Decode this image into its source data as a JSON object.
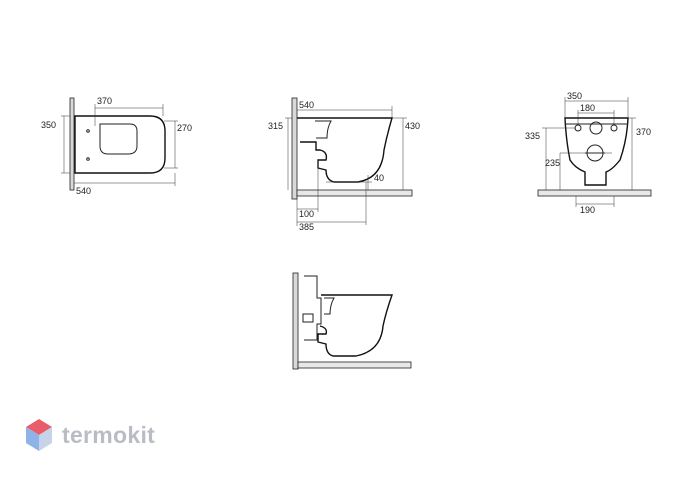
{
  "views": {
    "top": {
      "width_overall": "370",
      "depth": "350",
      "seat_depth": "270",
      "length": "540"
    },
    "side": {
      "length": "540",
      "mount_height": "315",
      "height": "430",
      "outlet_height": "40",
      "outlet_offset": "100",
      "waste_offset": "385"
    },
    "front": {
      "width": "350",
      "hole_spacing": "180",
      "stud_height": "335",
      "height": "370",
      "outlet_height": "235",
      "outlet_width": "190"
    }
  },
  "brand": {
    "name": "termokit",
    "logo_colors": [
      "#e85d6a",
      "#8fb3e8",
      "#c6d3ea"
    ]
  }
}
